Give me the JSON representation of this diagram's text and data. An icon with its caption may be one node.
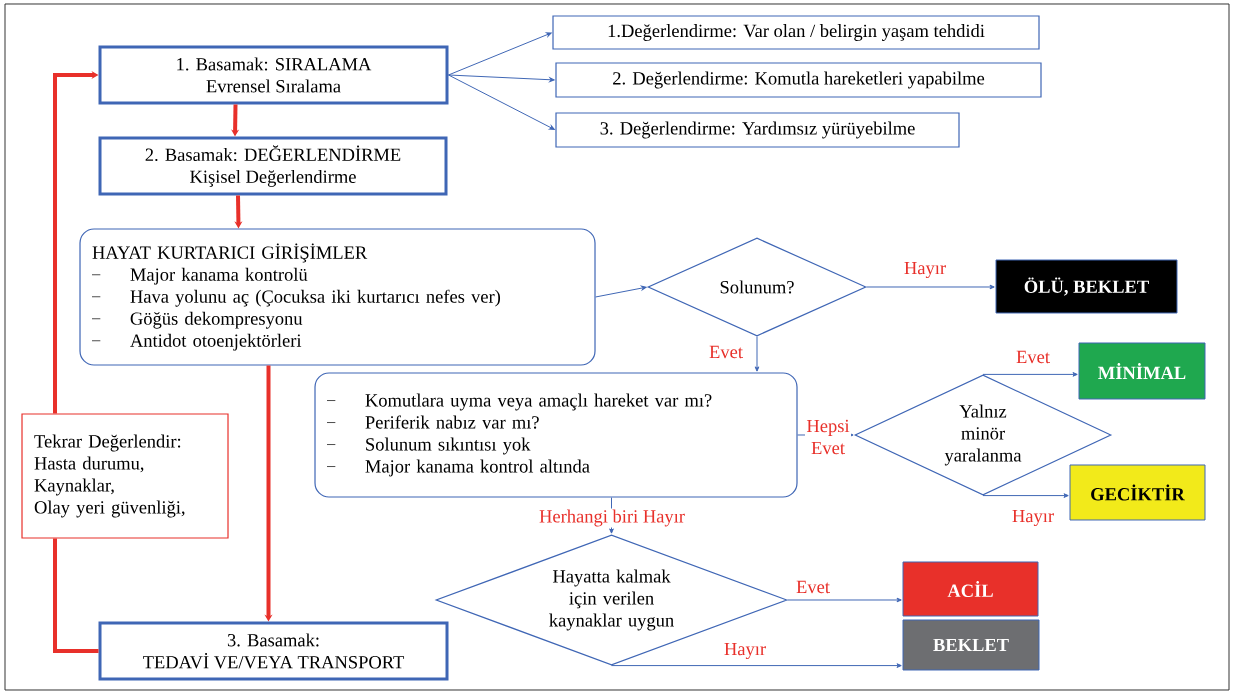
{
  "diagram": {
    "nodes": [
      {
        "text": [
          "1. Basamak: SIRALAMA",
          "Evrensel Sıralama"
        ]
      },
      {
        "text": [
          "1.Değerlendirme: Var olan / belirgin yaşam tehdidi"
        ]
      },
      {
        "text": [
          "2. Değerlendirme: Komutla hareketleri yapabilme"
        ]
      },
      {
        "text": [
          "3. Değerlendirme: Yardımsız yürüyebilme"
        ]
      },
      {
        "text": [
          "2. Basamak: DEĞERLENDİRME",
          "Kişisel Değerlendirme"
        ]
      },
      {
        "text": [
          "HAYAT KURTARICI GİRİŞİMLER",
          "Major kanama kontrolü",
          "Hava yolunu aç (Çocuksa iki kurtarıcı nefes ver)",
          "Göğüs dekompresyonu",
          "Antidot otoenjektörleri"
        ]
      },
      {
        "text": [
          "Solunum?"
        ]
      },
      {
        "text": [
          "ÖLÜ, BEKLET"
        ]
      },
      {
        "text": [
          "Komutlara uyma veya amaçlı hareket var mı?",
          "Periferik nabız var mı?",
          "Solunum sıkıntısı yok",
          "Major kanama kontrol altında"
        ]
      },
      {
        "text": [
          "Yalnız minör yaralanma"
        ]
      },
      {
        "text": [
          "MİNİMAL"
        ]
      },
      {
        "text": [
          "GECİKTİR"
        ]
      },
      {
        "text": [
          "Hayatta kalmak için verilen kaynaklar uygun"
        ]
      },
      {
        "text": [
          "ACİL"
        ]
      },
      {
        "text": [
          "BEKLET"
        ]
      },
      {
        "text": [
          "Tekrar Değerlendir:",
          "Hasta durumu,",
          "Kaynaklar,",
          "Olay yeri güvenliği,"
        ]
      },
      {
        "text": [
          "3. Basamak:",
          "TEDAVİ VE/VEYA TRANSPORT"
        ]
      }
    ],
    "edges": [
      {
        "from": 0,
        "to": 1,
        "arrow": "to"
      },
      {
        "from": 0,
        "to": 2,
        "arrow": "to"
      },
      {
        "from": 0,
        "to": 3,
        "arrow": "to"
      },
      {
        "from": 0,
        "to": 4,
        "arrow": "to",
        "style": "thick",
        "color": "#e8302a"
      },
      {
        "from": 4,
        "to": 5,
        "arrow": "to",
        "style": "thick",
        "color": "#e8302a"
      },
      {
        "from": 5,
        "to": 6,
        "arrow": "to"
      },
      {
        "from": 6,
        "to": 7,
        "arrow": "to",
        "label": "Hayır"
      },
      {
        "from": 6,
        "to": 8,
        "arrow": "to",
        "label": "Evet"
      },
      {
        "from": 8,
        "to": 9,
        "arrow": "to",
        "label": "Hepsi Evet"
      },
      {
        "from": 9,
        "to": 10,
        "arrow": "to",
        "label": "Evet"
      },
      {
        "from": 9,
        "to": 11,
        "arrow": "to",
        "label": "Hayır"
      },
      {
        "from": 8,
        "to": 12,
        "arrow": "to",
        "label": "Herhangi biri Hayır"
      },
      {
        "from": 12,
        "to": 13,
        "arrow": "to",
        "label": "Evet"
      },
      {
        "from": 12,
        "to": 14,
        "arrow": "to",
        "label": "Hayır"
      },
      {
        "from": 5,
        "to": 16,
        "arrow": "to",
        "style": "thick",
        "color": "#e8302a"
      },
      {
        "from": 16,
        "to": 15,
        "arrow": "none",
        "style": "thick",
        "color": "#e8302a"
      },
      {
        "from": 15,
        "to": 0,
        "arrow": "to",
        "style": "thick",
        "color": "#e8302a"
      }
    ]
  }
}
